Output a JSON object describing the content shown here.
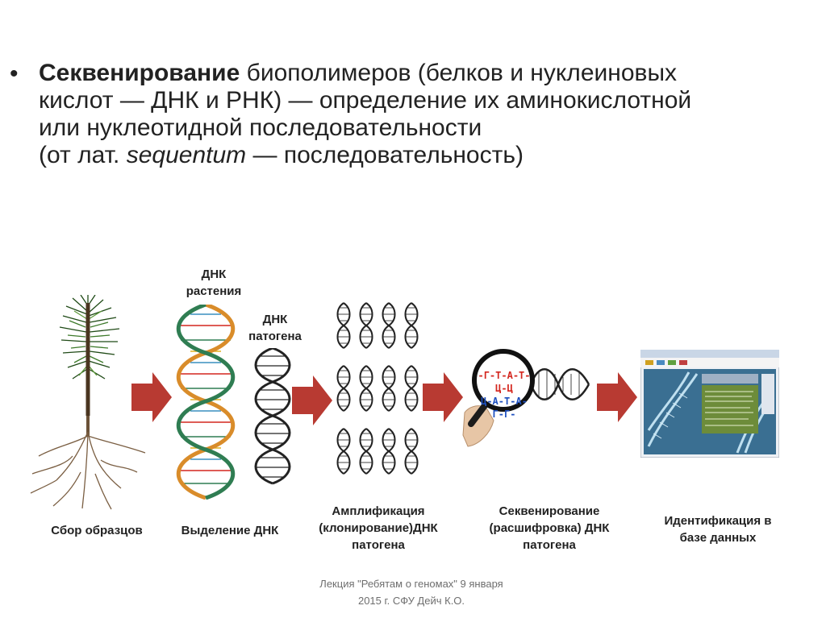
{
  "definition": {
    "bullet": "•",
    "term": "Секвенирование",
    "line1_rest": " биополимеров (белков и нуклеиновых",
    "line2": "кислот — ДНК и РНК) — определение их аминокислотной",
    "line3": "или нуклеотидной последовательности",
    "line4_prefix": "(от лат. ",
    "line4_latin": "sequentum",
    "line4_suffix": " — последовательность)"
  },
  "diagram": {
    "plant_dna_label_line1": "ДНК",
    "plant_dna_label_line2": "растения",
    "pathogen_dna_label_line1": "ДНК",
    "pathogen_dna_label_line2": "патогена",
    "sequence_top": "-Г-Т-А-Т-Ц-Ц",
    "sequence_bottom": "Ц-А-Т-А-Г-Г-",
    "steps": [
      {
        "caption_line1": "Сбор образцов",
        "caption_line2": "",
        "caption_line3": ""
      },
      {
        "caption_line1": "Выделение ДНК",
        "caption_line2": "",
        "caption_line3": ""
      },
      {
        "caption_line1": "Амплификация",
        "caption_line2": "(клонирование)ДНК",
        "caption_line3": "патогена"
      },
      {
        "caption_line1": "Секвенирование",
        "caption_line2": "(расшифровка) ДНК",
        "caption_line3": "патогена"
      },
      {
        "caption_line1": "Идентификация в",
        "caption_line2": "базе данных",
        "caption_line3": ""
      }
    ],
    "colors": {
      "arrow": "#b83a32",
      "helix_plant_a": "#d98c2a",
      "helix_plant_b": "#2f7d52",
      "helix_dark": "#222222",
      "seq_red": "#d4271f",
      "seq_blue": "#1d4fbf",
      "screen_bg": "#3a6f92"
    }
  },
  "footer": {
    "line1": "Лекция \"Ребятам о геномах\" 9 января",
    "line2": "2015 г. СФУ  Дейч К.О."
  }
}
